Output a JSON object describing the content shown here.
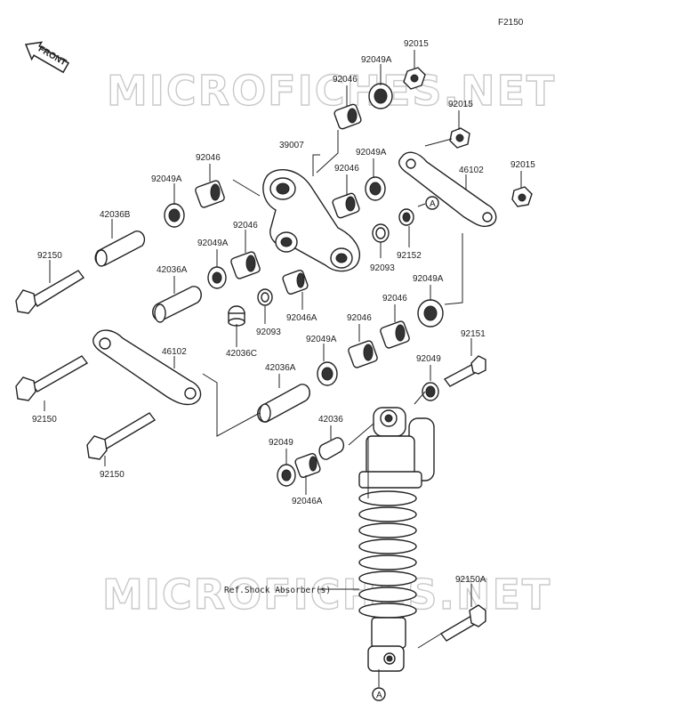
{
  "figure_code": "F2150",
  "front_label": "FRONT",
  "watermark": "MICROFICHES.NET",
  "ref_note": "Ref.Shock Absorber(s)",
  "circle_marker": "A",
  "labels": {
    "l92015_top": "92015",
    "l92049A_top": "92049A",
    "l92046_top": "92046",
    "l92015_mid": "92015",
    "l92049A_mid": "92049A",
    "l39007": "39007",
    "l92046_mid": "92046",
    "l46102_top": "46102",
    "l92015_right": "92015",
    "l92049A_left": "92049A",
    "l92046_left": "92046",
    "l42036B": "42036B",
    "l92150_a": "92150",
    "l92046_c": "92046",
    "l92049A_c": "92049A",
    "l42036A_a": "42036A",
    "l92093_a": "92093",
    "l92152": "92152",
    "l92049A_r": "92049A",
    "l92046A_a": "92046A",
    "l92046_d": "92046",
    "l92046_e": "92046",
    "l42036C": "42036C",
    "l92093_b": "92093",
    "l92049A_d": "92049A",
    "l92151": "92151",
    "l46102_bot": "46102",
    "l42036A_b": "42036A",
    "l92049_r": "92049",
    "l92150_b": "92150",
    "l42036": "42036",
    "l92049_l": "92049",
    "l92150_c": "92150",
    "l92046A_b": "92046A",
    "l92150A": "92150A"
  }
}
